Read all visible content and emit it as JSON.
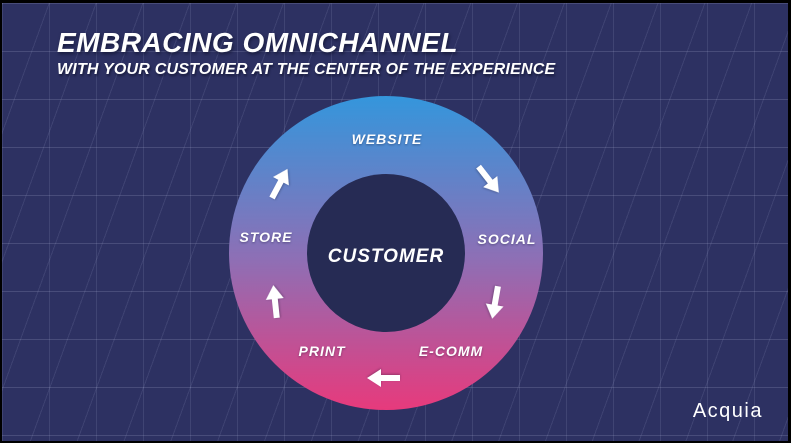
{
  "slide": {
    "title": "EMBRACING OMNICHANNEL",
    "subtitle": "WITH YOUR CUSTOMER AT THE CENTER OF THE EXPERIENCE",
    "brand": "Acquia"
  },
  "diagram": {
    "center_label": "CUSTOMER",
    "channels": [
      {
        "label": "WEBSITE",
        "position": "top"
      },
      {
        "label": "SOCIAL",
        "position": "right"
      },
      {
        "label": "E-COMM",
        "position": "bottom-right"
      },
      {
        "label": "PRINT",
        "position": "bottom-left"
      },
      {
        "label": "STORE",
        "position": "left"
      }
    ],
    "flow": [
      "STORE → WEBSITE",
      "WEBSITE → SOCIAL",
      "SOCIAL → E-COMM",
      "E-COMM → PRINT",
      "PRINT → STORE"
    ],
    "colors": {
      "background": "#2D3162",
      "ring_top": "#3496DC",
      "ring_mid": "#8E6FB5",
      "ring_bottom": "#E73A7C",
      "inner_circle": "#262B54",
      "arrow": "#FFFFFF",
      "text": "#FFFFFF"
    }
  }
}
